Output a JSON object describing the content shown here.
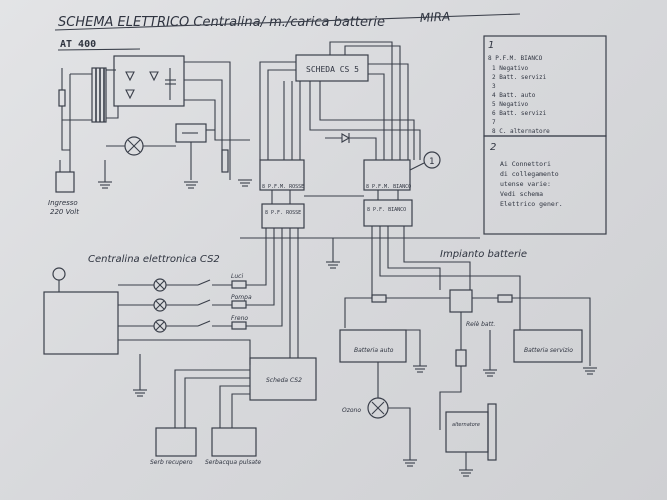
{
  "title": "SCHEMA ELETTRICO Centralina/   m./carica batterie",
  "brand": "MIRA",
  "model": "AT 400",
  "labels": {
    "input_left": "Ingresso",
    "input_volts": "220 Volt",
    "cs5": "SCHEDA CS 5",
    "conn_top_left": "8 P.F.M. ROSSE",
    "conn_top_right": "8 P.F.M. BIANCO",
    "conn_mid_left": "8 P.F. ROSSE",
    "conn_mid_right": "8 P.F. BIANCO",
    "callout": "1",
    "centralina": "Centralina elettronica CS2",
    "impianto": "Impianto batterie",
    "luci": "Luci",
    "pompa": "Pompa",
    "freno": "Freno",
    "scheda_cs2": "Scheda CS2",
    "serb_recupero": "Serb recupero",
    "serbacqua": "Serbacqua pulsate",
    "batteria_auto": "Batteria auto",
    "batteria_servizio": "Batteria servizio",
    "rele": "Relè batt.",
    "ozono": "Ozono",
    "alternatore": "alternatore"
  },
  "legend1": {
    "number": "1",
    "header": "8 P.F.M. BIANCO",
    "items": [
      "1 Negativo",
      "2 Batt. servizi",
      "3",
      "4 Batt. auto",
      "5 Negativo",
      "6 Batt. servizi",
      "7",
      "8 C. alternatore"
    ]
  },
  "legend2": {
    "number": "2",
    "lines": [
      "Ai Connettori",
      "di collegamento",
      "utense varie:",
      "Vedi schema",
      "Elettrico gener."
    ]
  },
  "colors": {
    "paper": "#dcdde0",
    "ink": "#3a3f4a"
  }
}
